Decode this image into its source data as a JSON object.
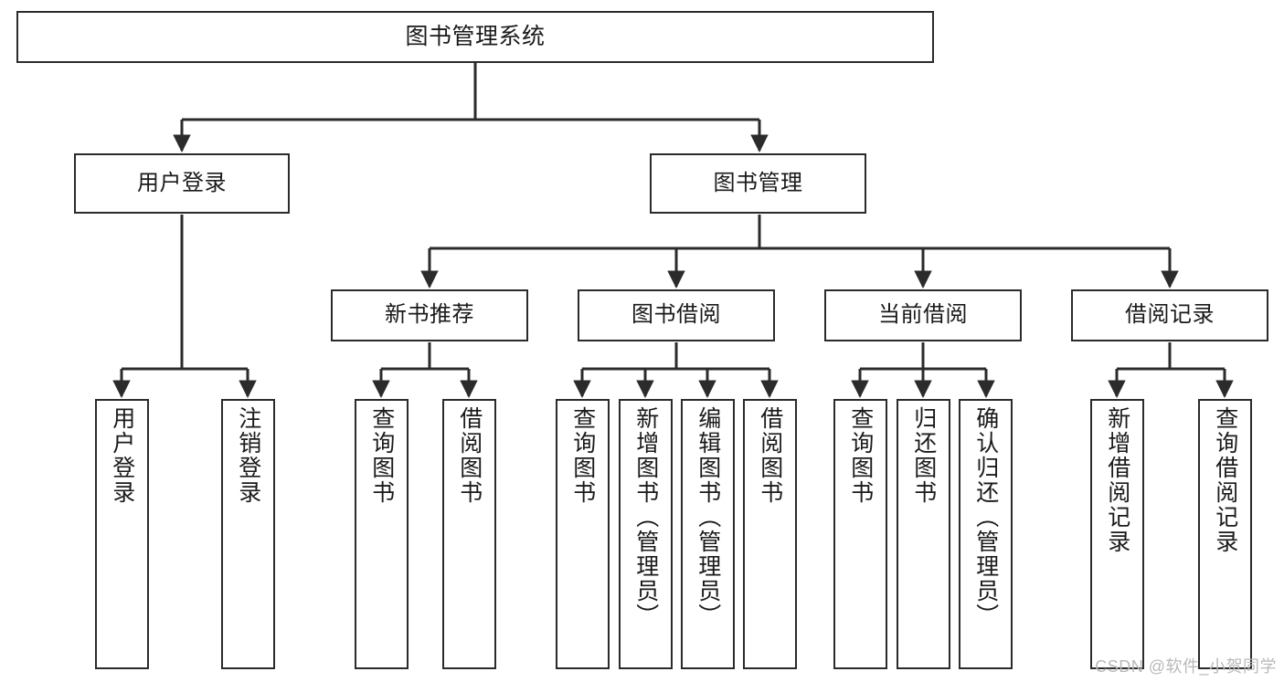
{
  "diagram": {
    "title": "图书管理系统",
    "type": "功能结构图",
    "watermark": "CSDN @软件_小贺同学",
    "colors": {
      "stroke": "#2b2b2b",
      "fill": "#ffffff",
      "text": "#1a1a1a",
      "watermark": "#b9b9b9"
    },
    "levels": {
      "root": {
        "label": "图书管理系统"
      },
      "level2": [
        {
          "id": "user-login",
          "label": "用户登录"
        },
        {
          "id": "book-manage",
          "label": "图书管理"
        }
      ],
      "level3": [
        {
          "id": "new-book-recommend",
          "label": "新书推荐",
          "parent": "book-manage"
        },
        {
          "id": "book-borrow",
          "label": "图书借阅",
          "parent": "book-manage"
        },
        {
          "id": "current-borrow",
          "label": "当前借阅",
          "parent": "book-manage"
        },
        {
          "id": "borrow-record",
          "label": "借阅记录",
          "parent": "book-manage"
        }
      ],
      "leaves": [
        {
          "id": "leaf-user-login",
          "label": "用户登录",
          "parent": "user-login"
        },
        {
          "id": "leaf-user-logout",
          "label": "注销登录",
          "parent": "user-login"
        },
        {
          "id": "leaf-query-book-1",
          "label": "查询图书",
          "parent": "new-book-recommend"
        },
        {
          "id": "leaf-borrow-book-1",
          "label": "借阅图书",
          "parent": "new-book-recommend"
        },
        {
          "id": "leaf-query-book-2",
          "label": "查询图书",
          "parent": "book-borrow"
        },
        {
          "id": "leaf-add-book",
          "label": "新增图书（管理员）",
          "parent": "book-borrow"
        },
        {
          "id": "leaf-edit-book",
          "label": "编辑图书（管理员）",
          "parent": "book-borrow"
        },
        {
          "id": "leaf-borrow-book-2",
          "label": "借阅图书",
          "parent": "book-borrow"
        },
        {
          "id": "leaf-query-book-3",
          "label": "查询图书",
          "parent": "current-borrow"
        },
        {
          "id": "leaf-return-book",
          "label": "归还图书",
          "parent": "current-borrow"
        },
        {
          "id": "leaf-confirm-return",
          "label": "确认归还（管理员）",
          "parent": "current-borrow"
        },
        {
          "id": "leaf-add-record",
          "label": "新增借阅记录",
          "parent": "borrow-record"
        },
        {
          "id": "leaf-query-record",
          "label": "查询借阅记录",
          "parent": "borrow-record"
        }
      ]
    }
  }
}
